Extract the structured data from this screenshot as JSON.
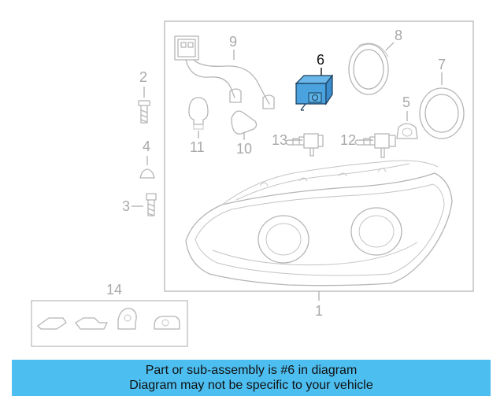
{
  "callouts": {
    "c1": "1",
    "c2": "2",
    "c3": "3",
    "c4": "4",
    "c5": "5",
    "c6": "6",
    "c7": "7",
    "c8": "8",
    "c9": "9",
    "c10": "10",
    "c11": "11",
    "c12": "12",
    "c13": "13",
    "c14": "14"
  },
  "highlight_part": "6",
  "colors": {
    "highlight_fill": "#4aa3df",
    "banner_background": "#4dbef0",
    "line_gray": "#b5b5b5"
  },
  "banner": {
    "line1": "Part or sub-assembly is #6 in diagram",
    "line2": "Diagram may not be specific to your vehicle"
  }
}
